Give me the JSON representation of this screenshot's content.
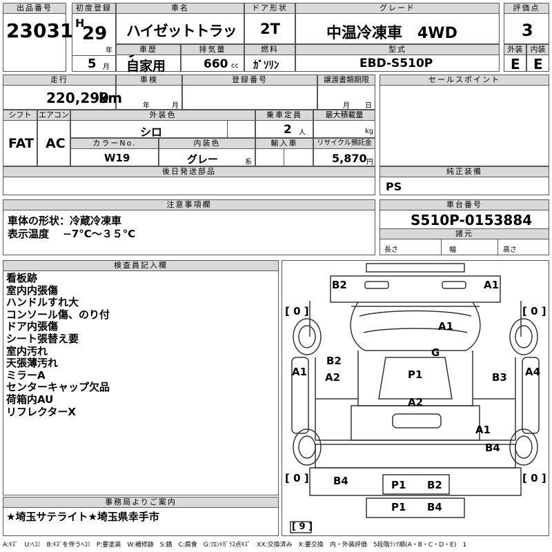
{
  "header_labels": {
    "lot_no": "出品番号",
    "first_reg": "初度登録",
    "car_name": "車名",
    "door": "ドア形状",
    "grade": "グレード",
    "score": "評価点",
    "history": "車歴",
    "displacement": "排気量",
    "fuel": "燃料",
    "model_code": "型式",
    "exterior": "外装",
    "interior": "内装"
  },
  "lot_number": "23031",
  "era": "H",
  "year": "29",
  "year_unit": "年",
  "month": "5",
  "month_unit": "月",
  "car_name": "ハイゼットトラック",
  "door": "2T",
  "grade": "中温冷凍車　4WD",
  "score": "3",
  "history": "自家用",
  "displacement": "660",
  "displacement_unit": "cc",
  "fuel": "ｶﾞｿﾘﾝ",
  "model_code": "EBD-S510P",
  "exterior_grade": "E",
  "interior_grade": "E",
  "row2_labels": {
    "mileage": "走行",
    "inspection": "車検",
    "registration": "登録番号",
    "transfer": "譲渡書類期限",
    "sales_points": "セールスポイント"
  },
  "mileage": "220,299",
  "mileage_unit": "km",
  "inspection_year_unit": "年",
  "inspection_month_unit": "月",
  "transfer_month_unit": "月",
  "transfer_day_unit": "日",
  "row3_labels": {
    "shift": "シフト",
    "ac": "エアコン",
    "ext_color": "外装色",
    "capacity": "乗車定員",
    "max_load": "最大積載量",
    "color_no": "カラーNo.",
    "int_color": "内装色",
    "import": "輸入車",
    "recycle": "リサイクル預託金",
    "delivery_parts": "後日発送部品",
    "genuine_equip": "純正装備"
  },
  "shift": "FAT",
  "ac": "AC",
  "ext_color": "シロ",
  "capacity": "2",
  "capacity_unit": "人",
  "max_load_unit": "kg",
  "color_no": "W19",
  "int_color": "グレー",
  "int_color_suffix": "系",
  "recycle_fee": "5,870",
  "recycle_unit": "円",
  "genuine_equipment": "PS",
  "notes_label": "注意事項欄",
  "notes": [
    "車体の形状：冷蔵冷凍車",
    "表示温度　 −7°C～３５°C"
  ],
  "chassis_label": "車台番号",
  "chassis_number": "S510P-0153884",
  "dims_label": "諸元",
  "dims": {
    "length": "長さ",
    "width": "幅",
    "height": "高さ"
  },
  "inspector_label": "検査員記入欄",
  "inspector_remarks": [
    "看板跡",
    "室内内張傷",
    "ハンドルすれ大",
    "コンソール傷、のり付",
    "ドア内張傷",
    "シート張替え要",
    "室内汚れ",
    "天張薄汚れ",
    "ミラーA",
    "センターキャップ欠品",
    "荷箱内AU",
    "リフレクターX"
  ],
  "office_label": "事務局よりご案内",
  "office_note": "★埼玉サテライト★埼玉県幸手市",
  "diagram": {
    "b2_top": "B2",
    "a1_top": "A1",
    "tire_fl": "[ 0 ]",
    "tire_fr": "[ 0 ]",
    "a1_hood": "A1",
    "g": "G",
    "b2_left": "B2",
    "a2_left": "A2",
    "a1_left_side": "A1",
    "p1_center": "P1",
    "b3_right": "B3",
    "a4_right": "A4",
    "a2_center": "A2",
    "a1_rear_right": "A1",
    "b4_rear_right": "B4",
    "tire_rl": "[ 0 ]",
    "tire_rr": "[ 0 ]",
    "b4_left_bottom": "B4",
    "p1_box": "P1",
    "b2_box": "B2",
    "p1_bottom": "P1",
    "b4_bottom": "B4",
    "spare": "[ 9 ]"
  },
  "legend": "A:ｷｽﾞ　U:ﾍｺﾐ　B:ｷｽﾞを伴うﾍｺﾐ　P:要塗装　W:補修跡　S:錆　C:腐食　G:ﾌﾛﾝﾄｶﾞﾗｽ点ｷｽﾞ　XX:交換済み　X:要交換　内・外装評価　5段階ﾗﾝｸ順(A・B・C・D・E)　1"
}
